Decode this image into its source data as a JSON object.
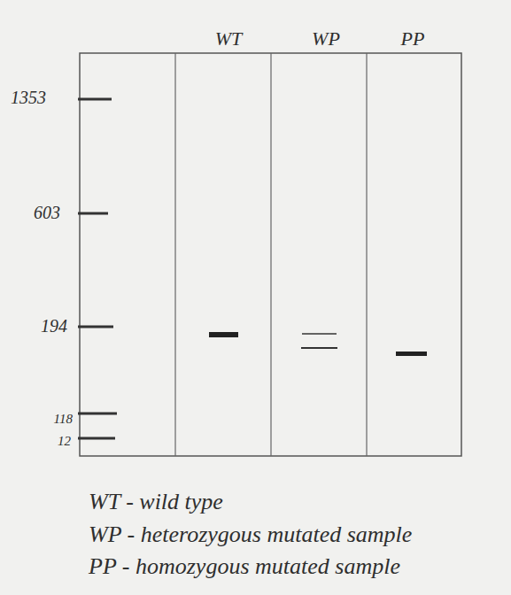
{
  "diagram": {
    "labels": [
      "WT",
      "WP",
      "PP",
      "1353",
      "603",
      "194",
      "118",
      "12",
      "WT - wild type",
      "WP - heterozygous mutated sample",
      "PP - homozygous mutated sample"
    ]
  }
}
